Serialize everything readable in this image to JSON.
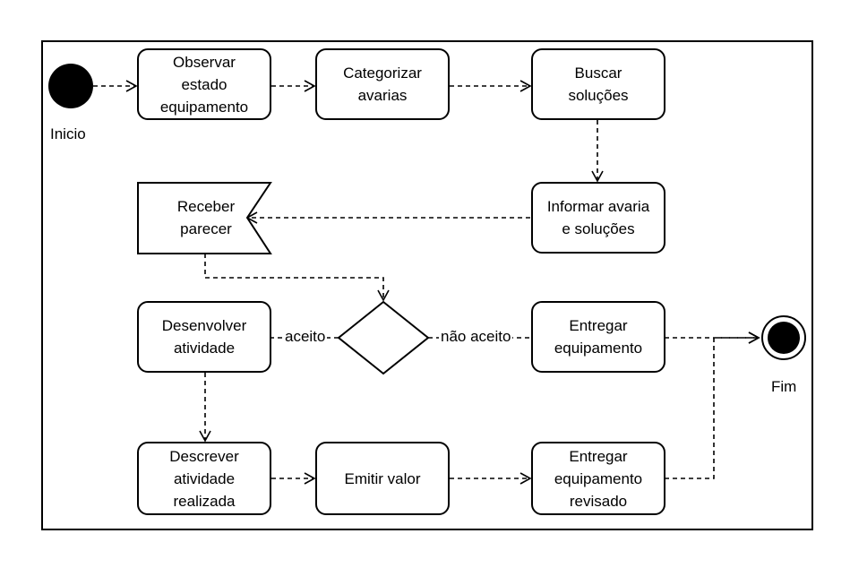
{
  "nodes": {
    "observar": "Observar\nestado\nequipamento",
    "categorizar": "Categorizar\navarias",
    "buscar": "Buscar\nsoluções",
    "informar": "Informar avaria\ne soluções",
    "receber": "Receber\nparecer",
    "desenvolver": "Desenvolver\natividade",
    "entregar": "Entregar\nequipamento",
    "descrever": "Descrever\natividade\nrealizada",
    "emitir": "Emitir valor",
    "entregar_revisado": "Entregar\nequipamento\nrevisado"
  },
  "labels": {
    "inicio": "Inicio",
    "fim": "Fim",
    "aceito": "aceito",
    "nao_aceito": "não aceito"
  }
}
